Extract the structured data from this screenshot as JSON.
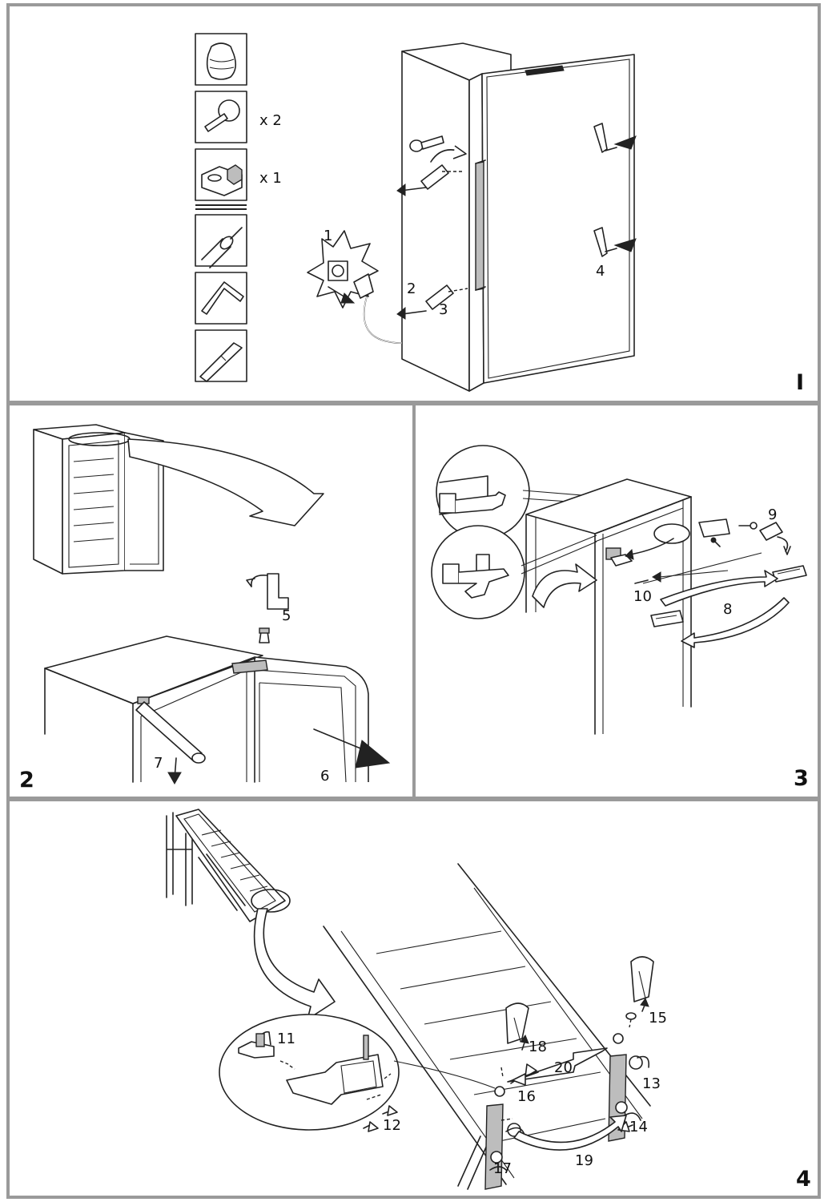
{
  "panels": [
    {
      "number": "I",
      "tool_counts": [
        "x 2",
        "x 1"
      ],
      "step_labels": [
        "1",
        "2",
        "3",
        "4"
      ]
    },
    {
      "number": "2",
      "step_labels": [
        "5",
        "6",
        "7"
      ]
    },
    {
      "number": "3",
      "step_labels": [
        "8",
        "9",
        "10"
      ]
    },
    {
      "number": "4",
      "step_labels": [
        "11",
        "12",
        "13",
        "14",
        "15",
        "16",
        "17",
        "18",
        "19",
        "20"
      ]
    }
  ],
  "icons": [
    "bag-icon",
    "plug-cap-icon",
    "hinge-cover-icon",
    "screwdriver-icon",
    "allen-key-icon",
    "flat-tool-icon"
  ]
}
